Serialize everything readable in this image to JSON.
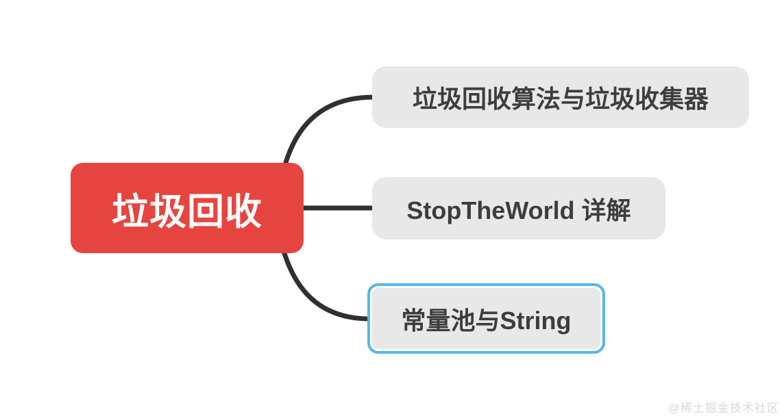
{
  "canvas": {
    "background": "#ffffff",
    "watermark": "@稀土掘金技术社区"
  },
  "mindmap": {
    "root": {
      "label": "垃圾回收",
      "bg_color": "#e6453f",
      "text_color": "#ffffff"
    },
    "children": [
      {
        "label": "垃圾回收算法与垃圾收集器",
        "selected": false
      },
      {
        "label": "StopTheWorld 详解",
        "selected": false
      },
      {
        "label": "常量池与String",
        "selected": true
      }
    ],
    "colors": {
      "child_bg": "#e8e8e8",
      "child_text": "#3d3d3d",
      "connector": "#303030",
      "selection_border": "#56b6f0"
    }
  }
}
